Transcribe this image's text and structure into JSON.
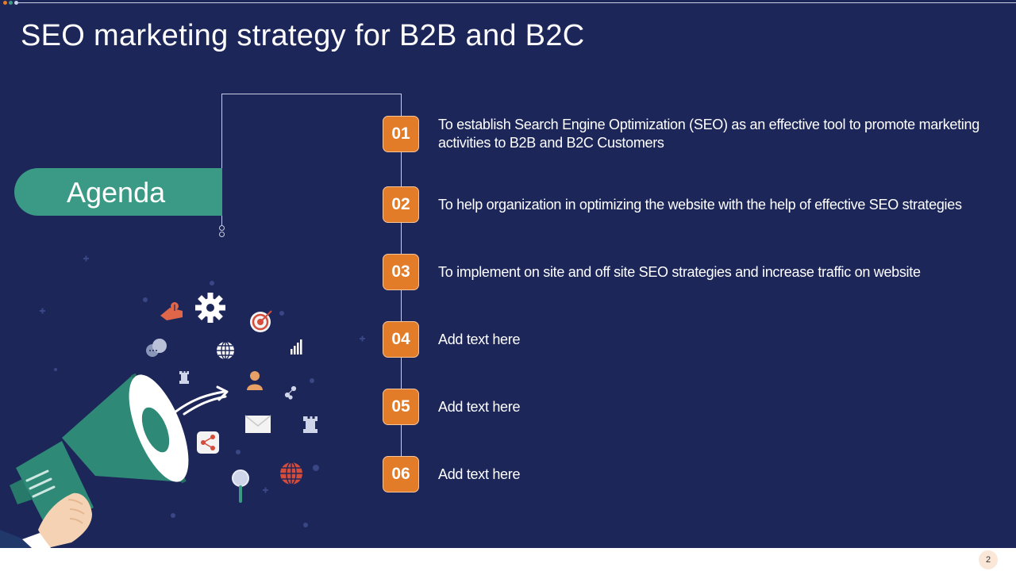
{
  "slide": {
    "title": "SEO marketing strategy for B2B and B2C",
    "agenda_label": "Agenda",
    "page_number": "2"
  },
  "agenda_items": [
    {
      "number": "01",
      "text": "To establish Search Engine Optimization (SEO) as an effective tool to promote marketing activities to B2B and B2C Customers"
    },
    {
      "number": "02",
      "text": "To help organization in optimizing the website with the help of effective SEO strategies"
    },
    {
      "number": "03",
      "text": "To implement on site and off site SEO strategies and increase traffic on website"
    },
    {
      "number": "04",
      "text": "Add text here"
    },
    {
      "number": "05",
      "text": "Add text here"
    },
    {
      "number": "06",
      "text": "Add text here"
    }
  ],
  "illustration_icons": [
    "megaphone-icon",
    "hand-icon",
    "gear-icon",
    "money-hand-icon",
    "target-icon",
    "chat-bubbles-icon",
    "globe-icon",
    "bar-chart-icon",
    "chess-rook-icon",
    "user-icon",
    "arrows-icon",
    "network-icon",
    "envelope-icon",
    "share-icon",
    "magnifier-icon",
    "world-globe-icon"
  ],
  "colors": {
    "background": "#1c2659",
    "accent_orange": "#e27c28",
    "accent_teal": "#3a9a85",
    "text": "#ffffff"
  }
}
